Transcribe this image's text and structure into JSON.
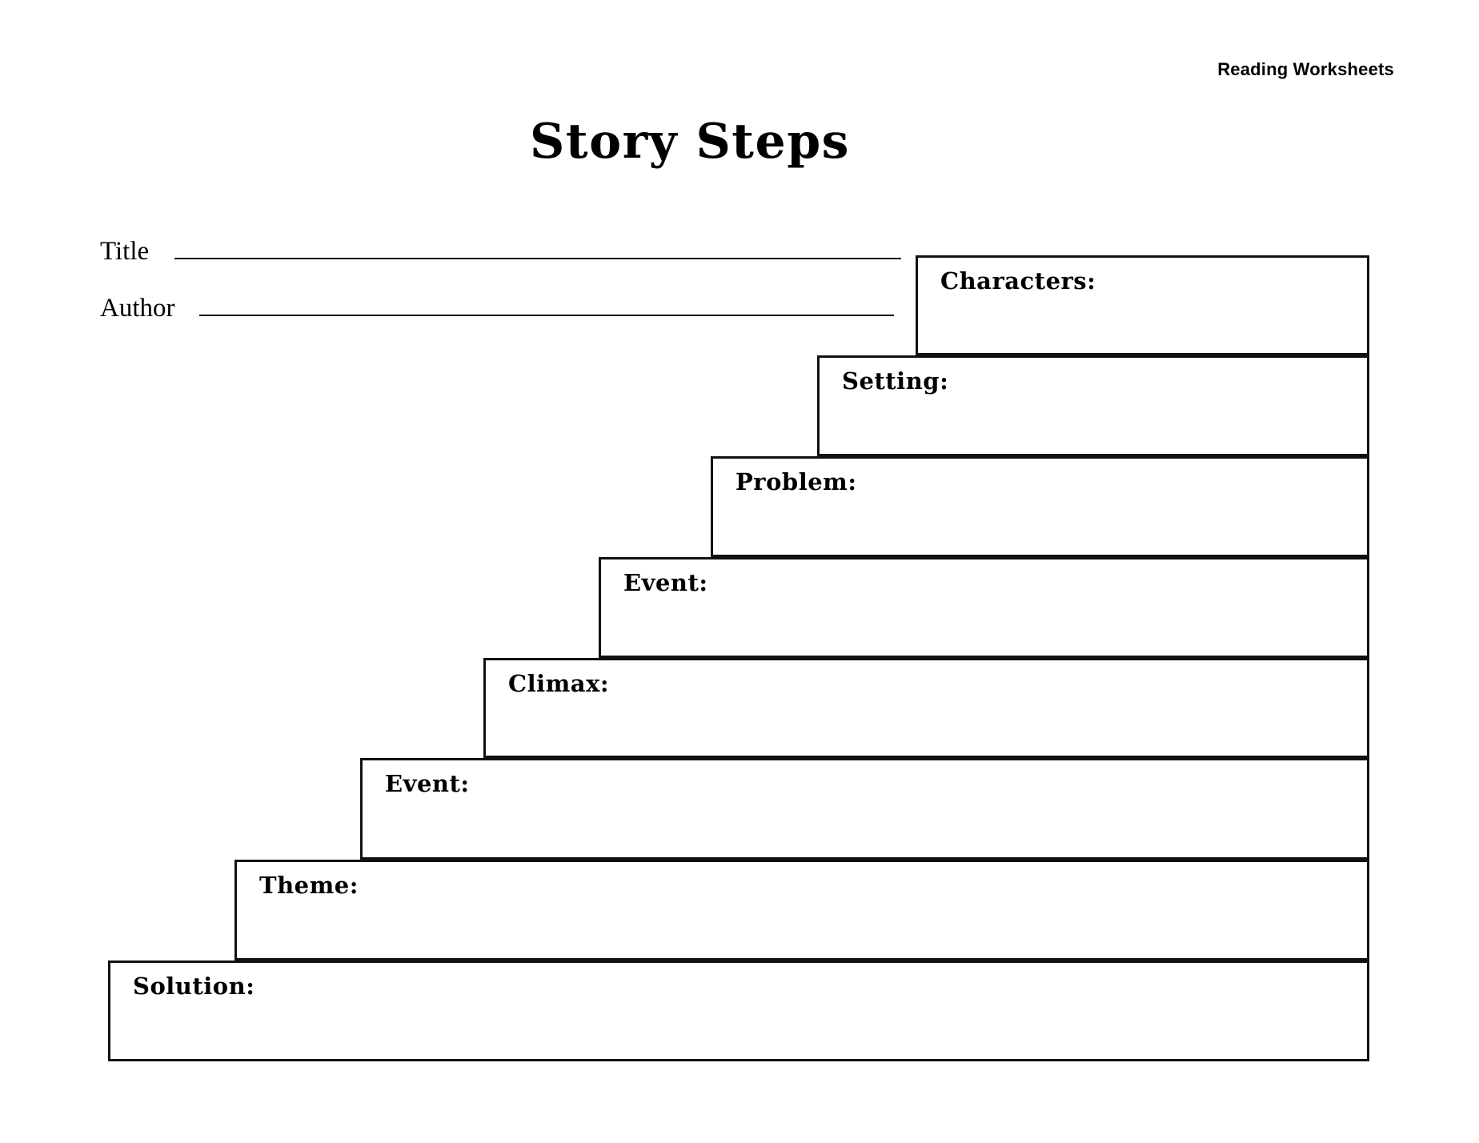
{
  "header": {
    "brand_label": "Reading Worksheets"
  },
  "page_title": "Story Steps",
  "fields": [
    {
      "label": "Title",
      "value": ""
    },
    {
      "label": "Author",
      "value": ""
    }
  ],
  "steps": [
    {
      "label": "Characters:",
      "value": ""
    },
    {
      "label": "Setting:",
      "value": ""
    },
    {
      "label": "Problem:",
      "value": ""
    },
    {
      "label": "Event:",
      "value": ""
    },
    {
      "label": "Climax:",
      "value": ""
    },
    {
      "label": "Event:",
      "value": ""
    },
    {
      "label": "Theme:",
      "value": ""
    },
    {
      "label": "Solution:",
      "value": ""
    }
  ],
  "colors": {
    "ink": "#000000",
    "border": "#111111",
    "paper": "#ffffff"
  }
}
